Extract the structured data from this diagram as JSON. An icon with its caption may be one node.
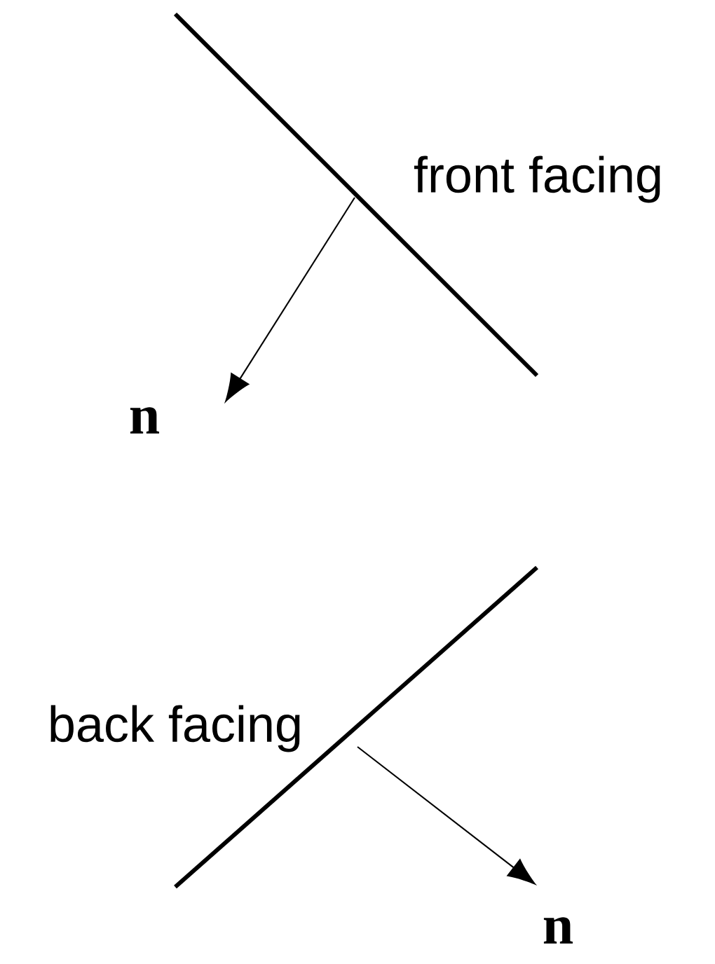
{
  "diagram": {
    "labels": [
      "front facing",
      "n",
      "back facing",
      "n"
    ]
  }
}
